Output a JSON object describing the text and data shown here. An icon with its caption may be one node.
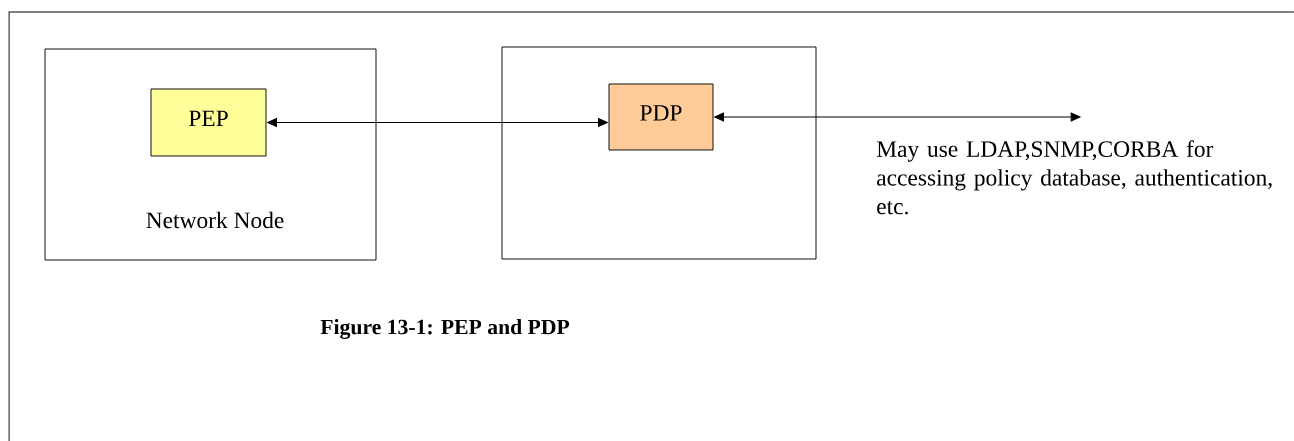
{
  "diagram": {
    "caption": "Figure 13-1: PEP and PDP",
    "nodes": [
      {
        "text": [
          "Network Node"
        ]
      },
      {
        "text": [
          "PEP"
        ],
        "in": 0
      },
      {
        "text": [],
        "shape": "box"
      },
      {
        "text": [
          "PDP"
        ],
        "in": 2
      },
      {
        "text": [
          "May use LDAP,SNMP,CORBA for accessing policy database, authentication, etc."
        ]
      }
    ],
    "edges": [
      {
        "from": 1,
        "to": 3,
        "arrow": "both"
      },
      {
        "from": 3,
        "to": 4,
        "arrow": "both"
      }
    ]
  }
}
